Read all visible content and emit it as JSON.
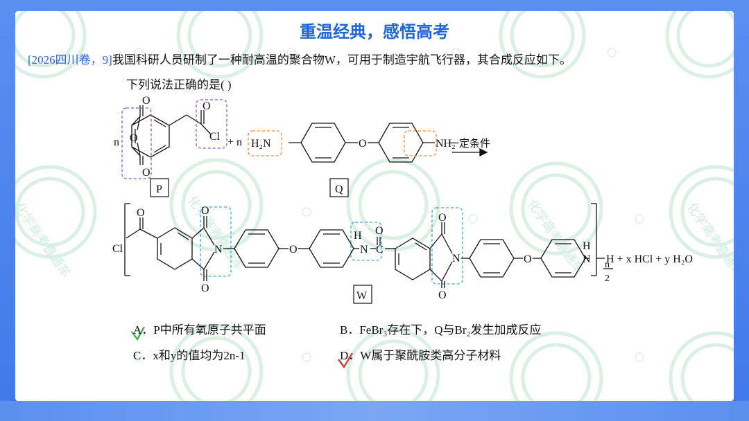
{
  "title": "重温经典，感悟高考",
  "question": {
    "source": "[2026四川卷，9]",
    "text": "我国科研人员研制了一种耐高温的聚合物W，可用于制造宇航飞行器，其合成反应如下。",
    "prompt": "下列说法正确的是(     )"
  },
  "reaction": {
    "n1": "n",
    "n2": "+ n",
    "condition": "一定条件",
    "labels": {
      "p": "P",
      "q": "Q",
      "w": "W"
    },
    "atoms": {
      "o": "O",
      "cl": "Cl",
      "h2n": "H₂N",
      "nh2": "NH₂",
      "n": "N",
      "h": "H",
      "c": "C"
    },
    "w_tail": "H + x HCl + y H₂O",
    "repeat_num": "n",
    "repeat_den": "2"
  },
  "options": [
    {
      "id": "A",
      "text": "A．P中所有氧原子共平面",
      "marked": true
    },
    {
      "id": "B",
      "text": "B．FeBr₃存在下，Q与Br₂发生加成反应",
      "marked": false
    },
    {
      "id": "C",
      "text": "C．x和y的值均为2n-1",
      "marked": false
    },
    {
      "id": "D",
      "text": "D．W属于聚酰胺类高分子材料",
      "marked": true
    }
  ],
  "watermark_text": "化学高考直通车",
  "colors": {
    "frame": "#4a82ec",
    "title": "#1f66d6",
    "check": "#3cb34a",
    "cross": "#d43a3a",
    "purple_box": "#8d55c9",
    "orange_box": "#ef8a3c",
    "cyan_box": "#3aa6d9"
  }
}
